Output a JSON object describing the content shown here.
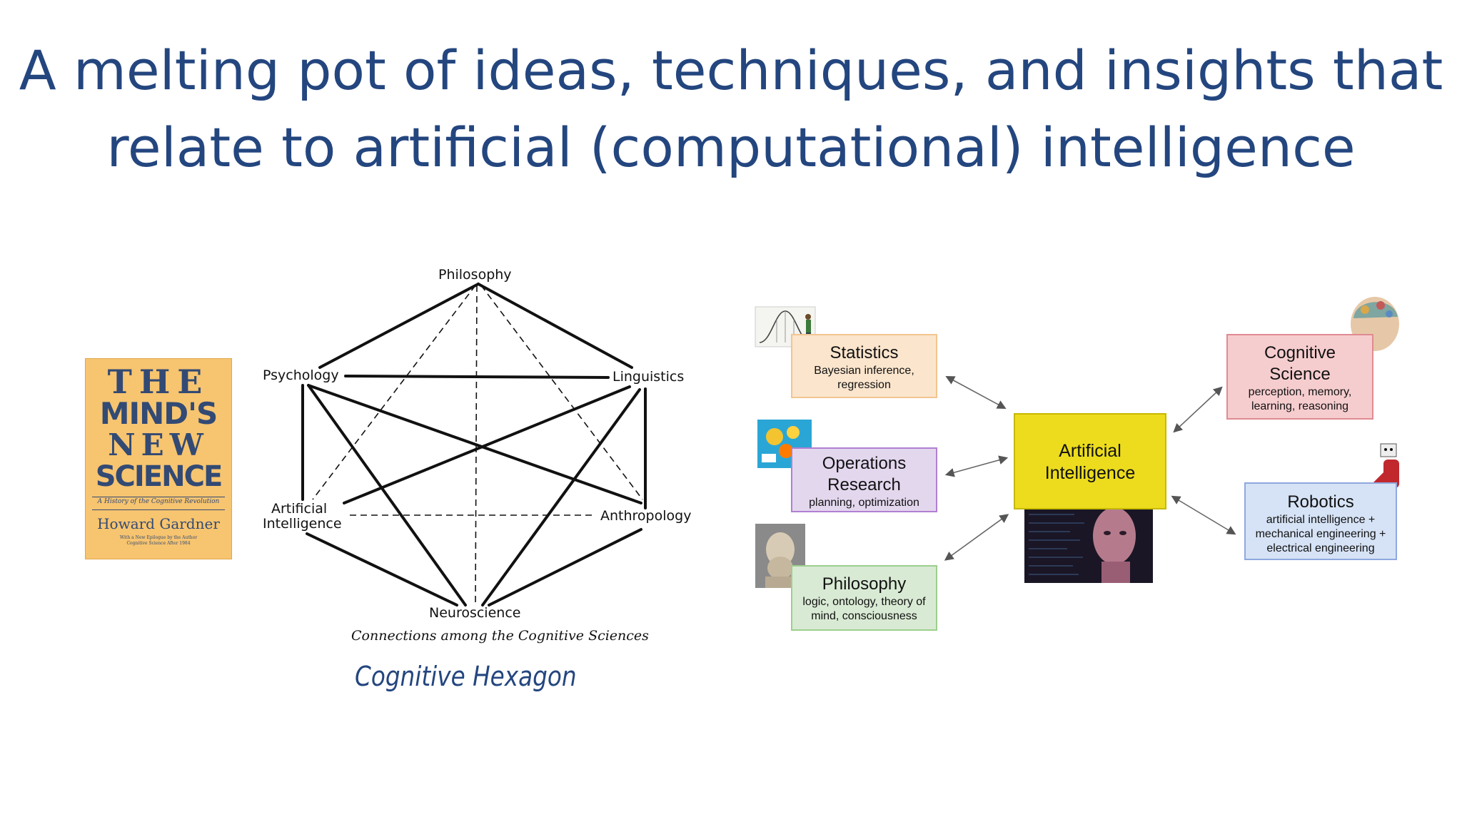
{
  "title": {
    "line1": "A melting pot of ideas, techniques, and insights that",
    "line2": "relate to artificial (computational) intelligence"
  },
  "book": {
    "line1": "THE",
    "line2": "MIND'S",
    "line3": "NEW",
    "line4": "SCIENCE",
    "subtitle": "A History of the Cognitive Revolution",
    "author": "Howard Gardner",
    "note1": "With a New Epilogue by the Author",
    "note2": "Cognitive Science After 1984"
  },
  "hexagon": {
    "nodes": {
      "philosophy": "Philosophy",
      "psychology": "Psychology",
      "linguistics": "Linguistics",
      "ai_line1": "Artificial",
      "ai_line2": "Intelligence",
      "anthropology": "Anthropology",
      "neuroscience": "Neuroscience"
    },
    "caption": "Connections among the Cognitive Sciences",
    "title": "Cognitive Hexagon"
  },
  "diagram": {
    "statistics": {
      "title": "Statistics",
      "desc_line1": "Bayesian inference,",
      "desc_line2": "regression"
    },
    "operations_research": {
      "title_line1": "Operations",
      "title_line2": "Research",
      "desc": "planning, optimization"
    },
    "philosophy": {
      "title": "Philosophy",
      "desc_line1": "logic, ontology, theory of",
      "desc_line2": "mind, consciousness"
    },
    "ai": {
      "title_line1": "Artificial",
      "title_line2": "Intelligence"
    },
    "cognitive_science": {
      "title_line1": "Cognitive",
      "title_line2": "Science",
      "desc_line1": "perception, memory,",
      "desc_line2": "learning, reasoning"
    },
    "robotics": {
      "title": "Robotics",
      "desc_line1": "artificial intelligence +",
      "desc_line2": "mechanical engineering +",
      "desc_line3": "electrical engineering"
    }
  }
}
